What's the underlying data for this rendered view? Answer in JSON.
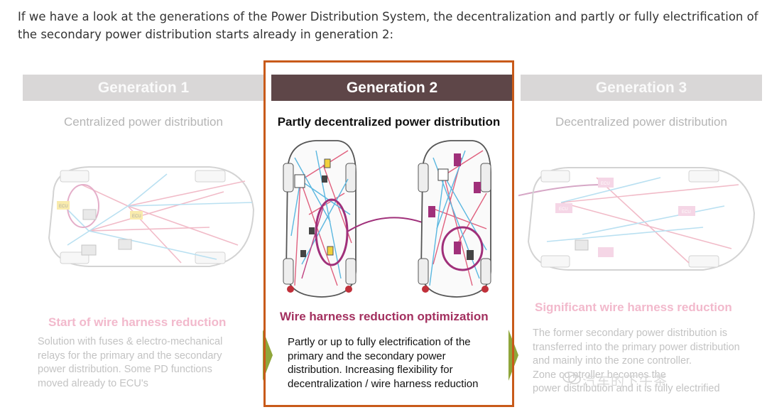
{
  "intro_text": "If we have a look at the generations of the Power Distribution System, the decentralization and partly or fully electrification of the secondary power distribution starts already in generation 2:",
  "figure": {
    "generations": [
      {
        "title": "Generation 1",
        "subtitle": "Centralized power distribution",
        "reduction": "Start of wire harness reduction",
        "description": [
          "Solution with fuses & electro-mechanical",
          "relays for the primary and the secondary",
          "power distribution. Some PD functions",
          "moved already to ECU's"
        ],
        "ecu_label": "ECU"
      },
      {
        "title": "Generation 2",
        "subtitle": "Partly decentralized power distribution",
        "reduction": "Wire harness reduction optimization",
        "description": [
          "Partly or up to fully electrification of the",
          "primary and the secondary power",
          "distribution. Increasing flexibility for",
          "decentralization / wire harness reduction"
        ]
      },
      {
        "title": "Generation 3",
        "subtitle": "Decentralized power distribution",
        "reduction": "Significant wire harness reduction",
        "description": [
          "The former secondary power distribution is",
          "transferred into the primary power distribution",
          "and mainly into the zone controller.",
          "Zone co  ntroller becomes the",
          "power distribution and it is fully electrified"
        ],
        "ecu_label": "ECU"
      }
    ],
    "watermark": "汽车的下午茶"
  },
  "colors": {
    "gen2_header": "#5e4648",
    "faded_header": "#d9d7d7",
    "highlight_border": "#c85a1a",
    "reduction_active": "#a3305f",
    "reduction_faded": "#f2b9cc",
    "wire_pink": "#e0607e",
    "wire_blue": "#5ab7e0",
    "module_purple": "#a0307a",
    "fuse_yellow": "#f2d13c",
    "arrow_green": "#8fa63a"
  }
}
